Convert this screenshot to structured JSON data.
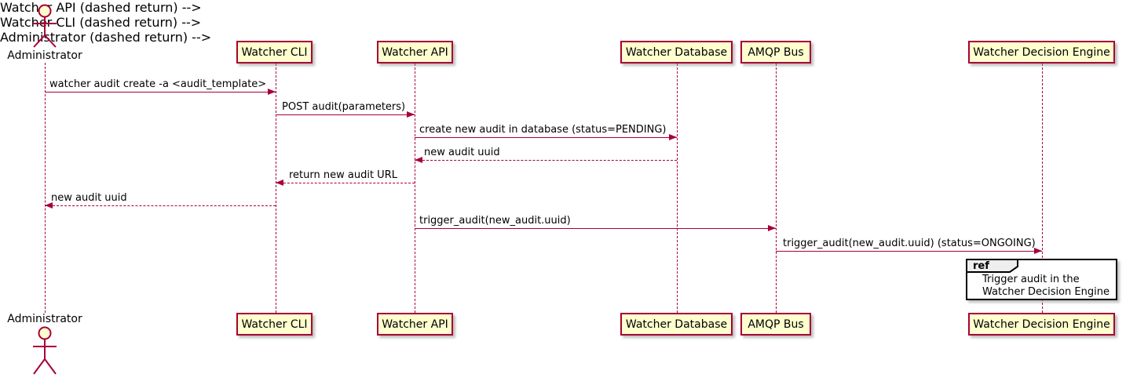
{
  "diagram": {
    "kind": "uml-sequence-diagram",
    "participants": [
      {
        "name": "Administrator",
        "type": "actor"
      },
      {
        "name": "Watcher CLI",
        "type": "participant"
      },
      {
        "name": "Watcher API",
        "type": "participant"
      },
      {
        "name": "Watcher Database",
        "type": "participant"
      },
      {
        "name": "AMQP Bus",
        "type": "participant"
      },
      {
        "name": "Watcher Decision Engine",
        "type": "participant"
      }
    ],
    "messages": [
      {
        "from": "Administrator",
        "to": "Watcher CLI",
        "label": "watcher audit create -a <audit_template>",
        "line": "solid",
        "direction": "right"
      },
      {
        "from": "Watcher CLI",
        "to": "Watcher API",
        "label": "POST audit(parameters)",
        "line": "solid",
        "direction": "right"
      },
      {
        "from": "Watcher API",
        "to": "Watcher Database",
        "label": "create new audit in database (status=PENDING)",
        "line": "solid",
        "direction": "right"
      },
      {
        "from": "Watcher Database",
        "to": "Watcher API",
        "label": "new audit uuid",
        "line": "dashed",
        "direction": "left"
      },
      {
        "from": "Watcher API",
        "to": "Watcher CLI",
        "label": "return new audit URL",
        "line": "dashed",
        "direction": "left"
      },
      {
        "from": "Watcher CLI",
        "to": "Administrator",
        "label": "new audit uuid",
        "line": "dashed",
        "direction": "left"
      },
      {
        "from": "Watcher API",
        "to": "AMQP Bus",
        "label": "trigger_audit(new_audit.uuid)",
        "line": "solid",
        "direction": "right"
      },
      {
        "from": "AMQP Bus",
        "to": "Watcher Decision Engine",
        "label": "trigger_audit(new_audit.uuid) (status=ONGOING)",
        "line": "solid",
        "direction": "right"
      }
    ],
    "ref_fragment": {
      "keyword": "ref",
      "over": "Watcher Decision Engine",
      "line1": "Trigger audit in the",
      "line2": "Watcher Decision Engine"
    },
    "colors": {
      "participant_fill": "#fefece",
      "participant_border": "#a80036",
      "arrow": "#a80036",
      "lifeline": "#a80036",
      "actor": "#a80036",
      "ref_border": "#000000",
      "ref_tab_fill": "#eeeeee",
      "text": "#000000",
      "background": "#ffffff"
    }
  }
}
